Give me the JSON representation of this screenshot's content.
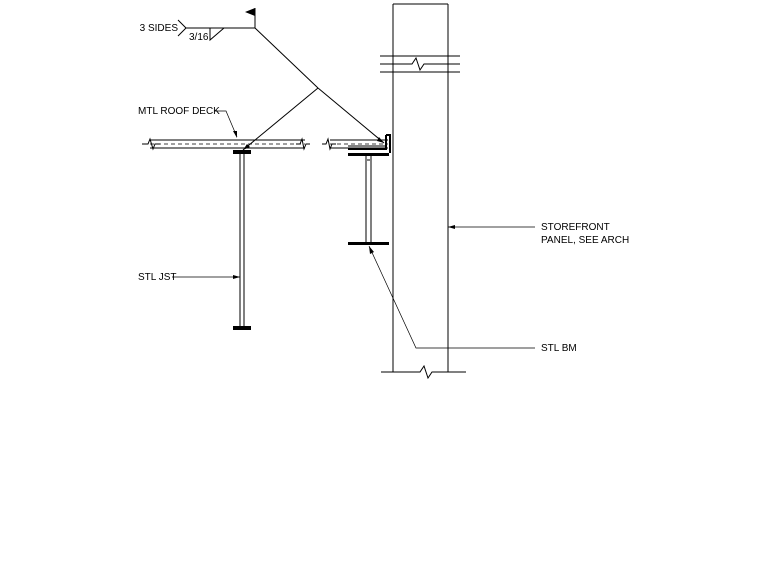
{
  "labels": {
    "weld_sides": "3 SIDES",
    "weld_size": "3/16",
    "roof_deck": "MTL ROOF DECK",
    "joist": "STL JST",
    "storefront_line1": "STOREFRONT",
    "storefront_line2": "PANEL, SEE ARCH",
    "beam": "STL BM"
  },
  "colors": {
    "line": "#000000",
    "background": "#ffffff"
  }
}
